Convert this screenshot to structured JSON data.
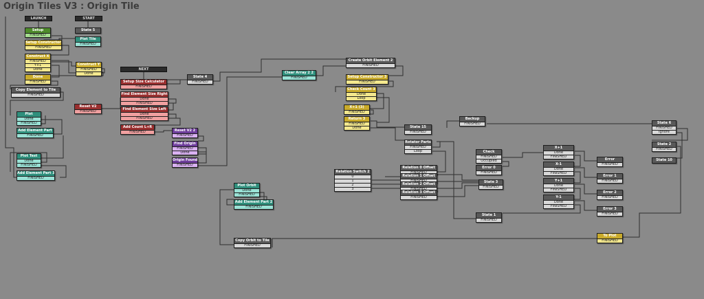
{
  "title": "Origin Tiles V3 : Origin Tile",
  "tags": [
    {
      "id": "tag-launch",
      "label": "LAUNCH"
    },
    {
      "id": "tag-start",
      "label": "START"
    },
    {
      "id": "tag-next",
      "label": "NEXT"
    }
  ],
  "colors": {
    "green": "#4e8b2b",
    "teal": "#2f8f7c",
    "yellow": "#c9ab2b",
    "red": "#9a2f2f",
    "purple": "#6d3c9a",
    "gray": "#595959",
    "ev_green": "#a6de8f",
    "ev_teal": "#9ae2d6",
    "ev_yellow": "#f4e88e",
    "ev_red": "#f0a0a0",
    "ev_purple": "#d9b1f2",
    "ev_gray": "#d8d8d8"
  },
  "states": [
    {
      "id": "setup",
      "name": "Setup",
      "color": "green",
      "events": [
        "FINISHED"
      ]
    },
    {
      "id": "state-5",
      "name": "State 5",
      "color": "gray",
      "events": []
    },
    {
      "id": "plot-tile",
      "name": "Plot Tile",
      "color": "teal",
      "events": [
        "FINISHED"
      ]
    },
    {
      "id": "setup-constructor",
      "name": "Setup Constructor",
      "color": "yellow",
      "events": [
        "FINISHED"
      ]
    },
    {
      "id": "construct-x",
      "name": "Construct X",
      "color": "yellow",
      "events": [
        "FINISHED",
        "Y+1",
        "Done"
      ]
    },
    {
      "id": "construct-y",
      "name": "Construct Y",
      "color": "yellow",
      "events": [
        "FINISHED",
        "Done"
      ]
    },
    {
      "id": "done",
      "name": "Done",
      "color": "yellow",
      "events": [
        "FINISHED"
      ]
    },
    {
      "id": "copy-element-to-tile",
      "name": "Copy Element to Tile",
      "color": "gray",
      "events": [
        "FINISHED"
      ]
    },
    {
      "id": "plot",
      "name": "Plot",
      "color": "teal",
      "events": [
        "Done",
        "FINISHED"
      ]
    },
    {
      "id": "add-element-part",
      "name": "Add Element Part",
      "color": "teal",
      "events": [
        "FINISHED"
      ]
    },
    {
      "id": "plot-test",
      "name": "Plot Test",
      "color": "teal",
      "events": [
        "Done",
        "FINISHED"
      ]
    },
    {
      "id": "add-element-part-3",
      "name": "Add Element Part 3",
      "color": "teal",
      "events": [
        "FINISHED"
      ]
    },
    {
      "id": "setup-size-calculator",
      "name": "Setup Size Calculator",
      "color": "red",
      "events": [
        "FINISHED"
      ]
    },
    {
      "id": "reset-v2",
      "name": "Reset V2",
      "color": "red",
      "events": [
        "FINISHED"
      ]
    },
    {
      "id": "find-element-size-right",
      "name": "Find Element Size Right",
      "color": "red",
      "events": [
        "Done",
        "FINISHED"
      ]
    },
    {
      "id": "find-element-size-left",
      "name": "Find Element Size Left",
      "color": "red",
      "events": [
        "Done",
        "FINISHED"
      ]
    },
    {
      "id": "add-count-l-r",
      "name": "Add Count L+R",
      "color": "red",
      "events": [
        "FINISHED"
      ]
    },
    {
      "id": "reset-v2-2",
      "name": "Reset V2 2",
      "color": "purple",
      "events": [
        "FINISHED"
      ]
    },
    {
      "id": "find-origin",
      "name": "Find Origin",
      "color": "purple",
      "events": [
        "FINISHED",
        "Done"
      ]
    },
    {
      "id": "origin-found",
      "name": "Origin Found",
      "color": "purple",
      "events": [
        "FINISHED"
      ]
    },
    {
      "id": "state-4",
      "name": "State 4",
      "color": "gray",
      "events": [
        "FINISHED"
      ]
    },
    {
      "id": "clear-array-2-2",
      "name": "Clear Array 2 2",
      "color": "teal",
      "events": [
        "FINISHED"
      ]
    },
    {
      "id": "create-orbit-element-2",
      "name": "Create Orbit Element 2",
      "color": "gray",
      "events": [
        "FINISHED"
      ]
    },
    {
      "id": "setup-constructor-3",
      "name": "Setup Constructor 3",
      "color": "yellow",
      "events": [
        "FINISHED"
      ]
    },
    {
      "id": "check-count-3",
      "name": "Check Count 3",
      "color": "yellow",
      "events": [
        "Done",
        "Loop"
      ]
    },
    {
      "id": "x-plus-1-3",
      "name": "X+1 (3)",
      "color": "yellow",
      "events": [
        "FINISHED"
      ]
    },
    {
      "id": "return-3",
      "name": "Return 3",
      "color": "yellow",
      "events": [
        "FINISHED",
        "Done"
      ]
    },
    {
      "id": "state-15",
      "name": "State 15",
      "color": "gray",
      "events": [
        "FINISHED"
      ]
    },
    {
      "id": "backup",
      "name": "Backup",
      "color": "gray",
      "events": [
        "FINISHED"
      ]
    },
    {
      "id": "rotator-parts",
      "name": "Rotator Parts",
      "color": "gray",
      "events": [
        "FINISHED",
        "Loop"
      ]
    },
    {
      "id": "state-6",
      "name": "State 6",
      "color": "gray",
      "events": [
        "FINISHED",
        "Ignore"
      ]
    },
    {
      "id": "state-2",
      "name": "State 2",
      "color": "gray",
      "events": [
        "FINISHED"
      ]
    },
    {
      "id": "state-10",
      "name": "State 10",
      "color": "gray",
      "events": []
    },
    {
      "id": "check",
      "name": "Check",
      "color": "gray",
      "events": [
        "FINISHED",
        "Occupied"
      ]
    },
    {
      "id": "error-0",
      "name": "Error 0",
      "color": "gray",
      "events": [
        "FINISHED"
      ]
    },
    {
      "id": "x-plus-1",
      "name": "X+1",
      "color": "gray",
      "events": [
        "Done",
        "FINISHED"
      ]
    },
    {
      "id": "x-minus-1",
      "name": "X-1",
      "color": "gray",
      "events": [
        "Done",
        "FINISHED"
      ]
    },
    {
      "id": "y-plus-1",
      "name": "Y+1",
      "color": "gray",
      "events": [
        "Done",
        "FINISHED"
      ]
    },
    {
      "id": "y-minus-1",
      "name": "Y-1",
      "color": "gray",
      "events": [
        "Done",
        "FINISHED"
      ]
    },
    {
      "id": "error",
      "name": "Error",
      "color": "gray",
      "events": [
        "FINISHED"
      ]
    },
    {
      "id": "error-1",
      "name": "Error 1",
      "color": "gray",
      "events": [
        "FINISHED"
      ]
    },
    {
      "id": "error-2",
      "name": "Error 2",
      "color": "gray",
      "events": [
        "FINISHED"
      ]
    },
    {
      "id": "error-3",
      "name": "Error 3",
      "color": "gray",
      "events": [
        "FINISHED"
      ]
    },
    {
      "id": "relation-switch-2",
      "name": "Relation Switch 2",
      "color": "gray",
      "events": [
        "0",
        "1",
        "2",
        "3"
      ]
    },
    {
      "id": "relation-0-offset",
      "name": "Relation 0 Offset",
      "color": "gray",
      "events": [
        "FINISHED"
      ]
    },
    {
      "id": "relation-1-offset",
      "name": "Relation 1 Offset",
      "color": "gray",
      "events": [
        "FINISHED"
      ]
    },
    {
      "id": "relation-2-offset",
      "name": "Relation 2 Offset",
      "color": "gray",
      "events": [
        "FINISHED"
      ]
    },
    {
      "id": "relation-3-offset",
      "name": "Relation 3 Offset",
      "color": "gray",
      "events": [
        "FINISHED"
      ]
    },
    {
      "id": "state-3",
      "name": "State 3",
      "color": "gray",
      "events": [
        "FINISHED"
      ]
    },
    {
      "id": "state-1",
      "name": "State 1",
      "color": "gray",
      "events": [
        "FINISHED"
      ]
    },
    {
      "id": "plot-orbit",
      "name": "Plot Orbit",
      "color": "teal",
      "events": [
        "Done",
        "FINISHED"
      ]
    },
    {
      "id": "add-element-part-2",
      "name": "Add Element Part 2",
      "color": "teal",
      "events": [
        "FINISHED"
      ]
    },
    {
      "id": "copy-orbit-to-tile",
      "name": "Copy Orbit to Tile",
      "color": "gray",
      "events": [
        "FINISHED"
      ]
    },
    {
      "id": "to-plot",
      "name": "To Plot",
      "color": "yellow",
      "events": [
        "FINISHED"
      ]
    }
  ]
}
